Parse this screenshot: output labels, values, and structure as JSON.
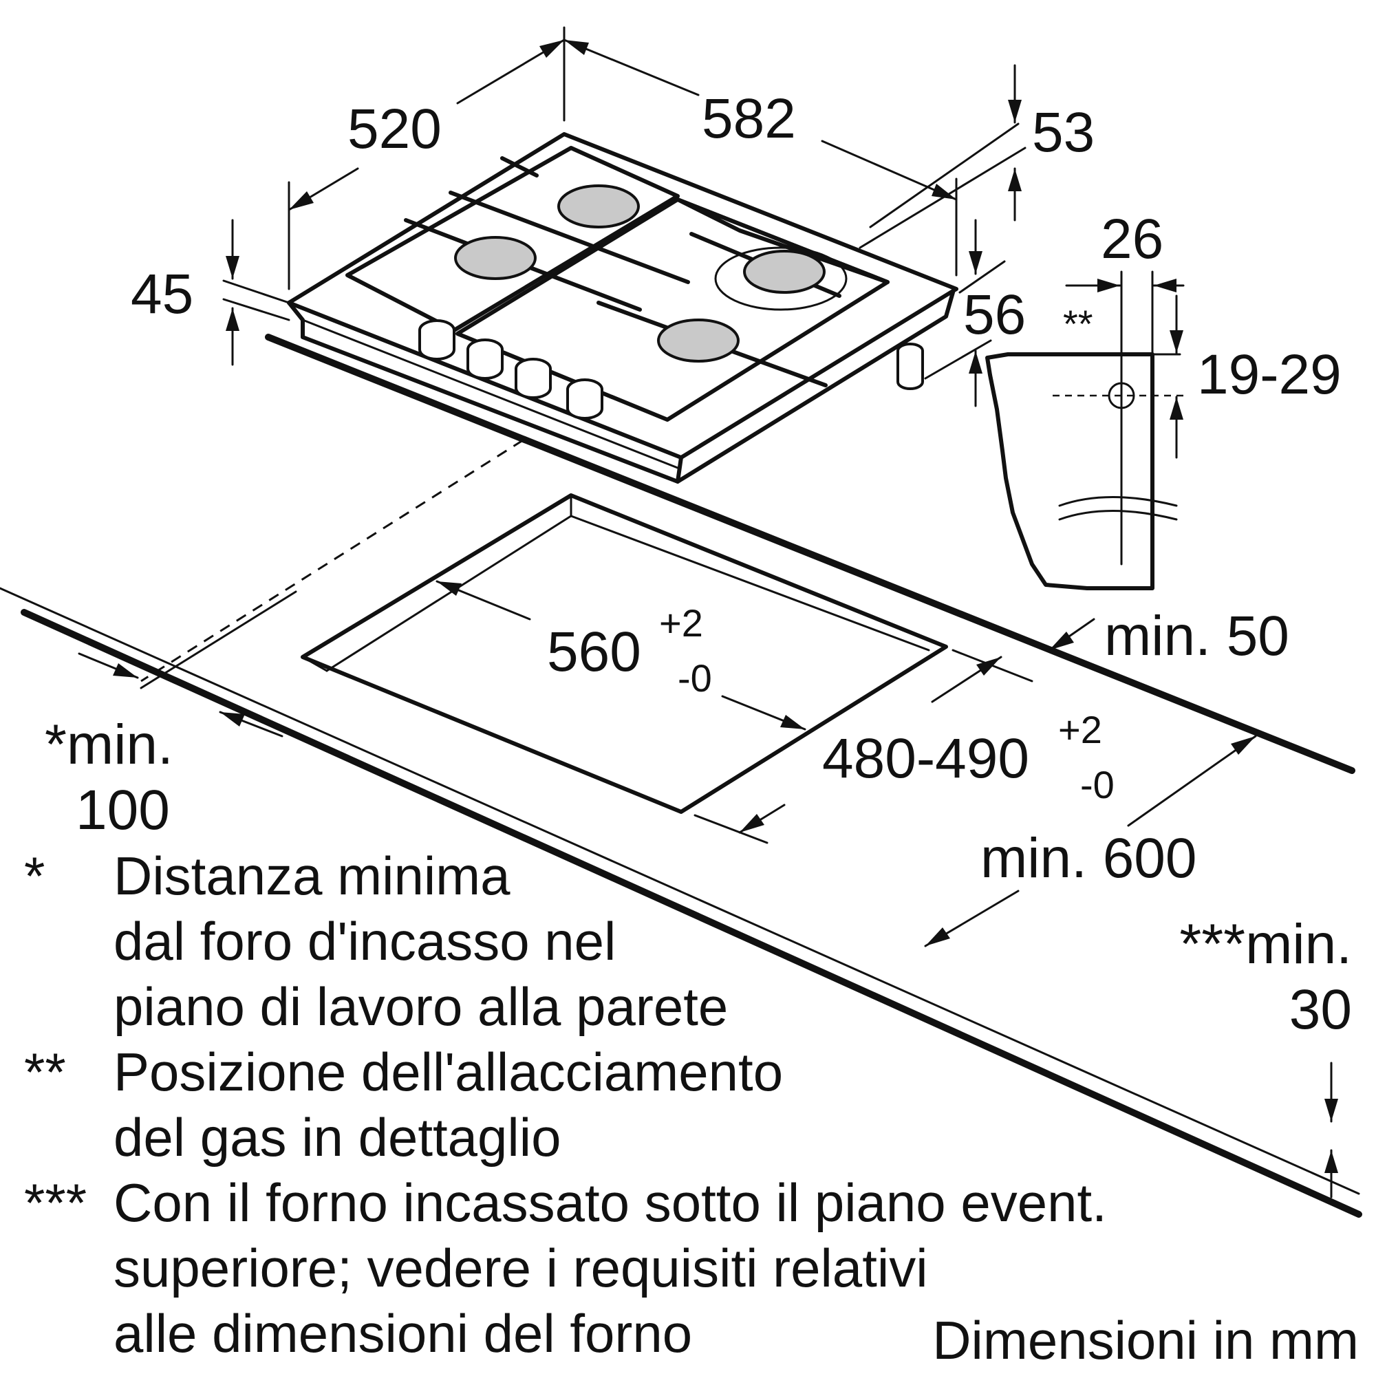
{
  "dimensions": {
    "depth": "520",
    "width": "582",
    "height_total": "53",
    "panel_height": "45",
    "right_height": "56",
    "gas_pipe_width": "26",
    "gas_marker": "**",
    "gas_range": "19-29",
    "cutout_width": "560",
    "cutout_width_tol_plus": "+2",
    "cutout_width_tol_minus": "-0",
    "cutout_depth": "480-490",
    "cutout_depth_tol_plus": "+2",
    "cutout_depth_tol_minus": "-0",
    "min_back": "min. 50",
    "min_side_star": "*min.",
    "min_side_value": "100",
    "min_front": "min. 600",
    "min_bottom_label": "***min.",
    "min_bottom_value": "30"
  },
  "notes": [
    {
      "marker": "*",
      "lines": [
        "Distanza minima",
        "dal foro d'incasso nel",
        "piano di lavoro alla parete"
      ]
    },
    {
      "marker": "**",
      "lines": [
        "Posizione dell'allacciamento",
        "del gas in dettaglio"
      ]
    },
    {
      "marker": "***",
      "lines": [
        "Con il forno incassato sotto il piano event.",
        "superiore; vedere i requisiti relativi",
        "alle dimensioni del forno"
      ]
    }
  ],
  "units_label": "Dimensioni in mm"
}
